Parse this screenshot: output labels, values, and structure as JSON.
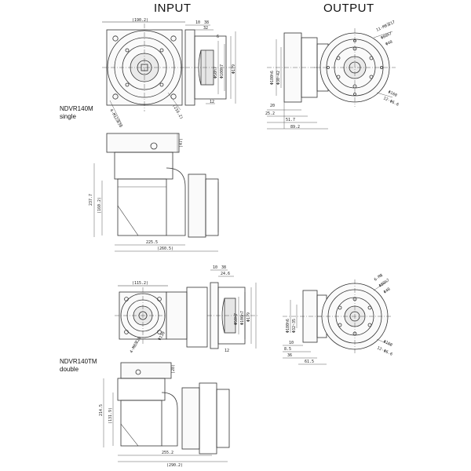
{
  "headers": {
    "input": "INPUT",
    "output": "OUTPUT"
  },
  "single": {
    "model": "NDVR140M",
    "variant": "single",
    "input_top": {
      "square": "(190.2)",
      "d1": "10",
      "d2": "38",
      "d3": "32",
      "bolt": "4-M12深30",
      "pcd": "(216.2)",
      "gap": "12",
      "shaft": "Φ50h7",
      "boss": "Φ100h7",
      "flange": "Φ179",
      "key": "6"
    },
    "output_top": {
      "holes": "11-M8深17",
      "pcd1": "Φ80h7",
      "bore": "Φ40",
      "pcd2": "Φ160",
      "small": "12-Φ6.6",
      "od": "Φ180h6",
      "id": "Φ30~42",
      "l1": "20",
      "l2": "25.2",
      "l3": "51.7",
      "l4": "89.2"
    },
    "side": {
      "h1": "(47)",
      "h2": "237.7",
      "h3": "(160.2)",
      "w1": "225.5",
      "w2": "(260.5)"
    }
  },
  "double": {
    "model": "NDVR140TM",
    "variant": "double",
    "input_top": {
      "square": "(115.2)",
      "d1": "10",
      "d2": "38",
      "d3": "24.6",
      "bolt": "4-M8深20",
      "pcd": "Φ130",
      "gap": "12",
      "shaft": "Φ50h7",
      "boss": "Φ100h7",
      "flange": "Φ179"
    },
    "output_top": {
      "holes": "6-M8",
      "pcd1": "Φ80h7",
      "bore": "Φ40",
      "pcd2": "Φ160",
      "small": "12-Φ6.6",
      "od": "Φ180h6",
      "id": "Φ32~35",
      "l1": "10",
      "l2": "8.5",
      "l3": "36",
      "l4": "61.5"
    },
    "side": {
      "h1": "(28)",
      "h2": "214.5",
      "h3": "(131.9)",
      "w1": "255.2",
      "w2": "(290.2)"
    }
  }
}
